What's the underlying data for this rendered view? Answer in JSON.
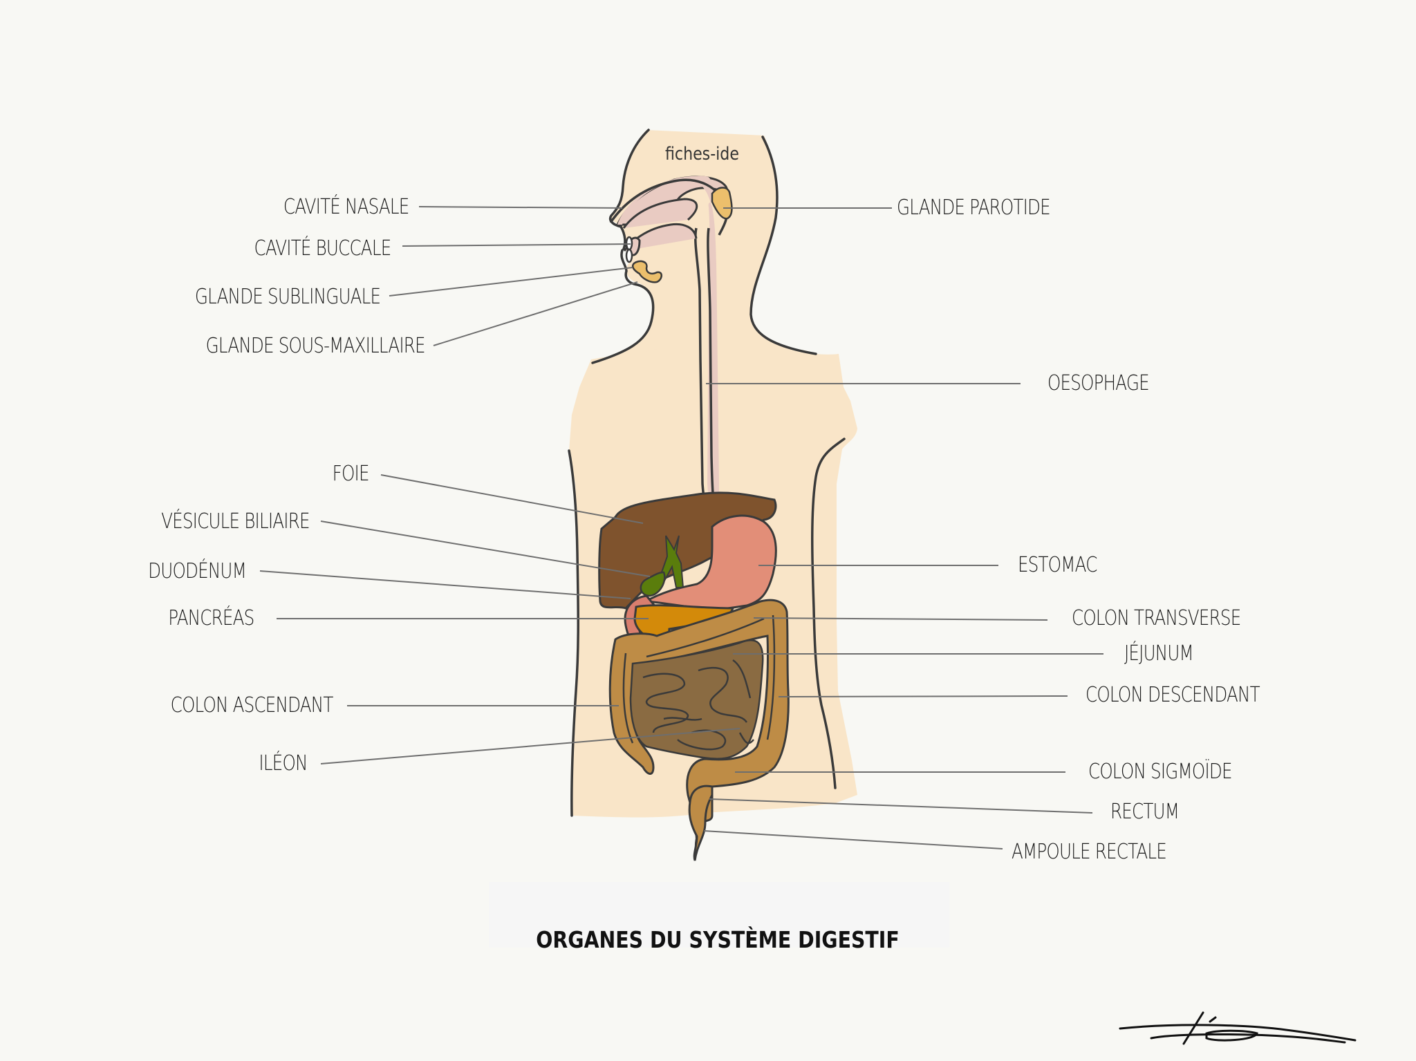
{
  "diagram": {
    "title": "ORGANES DU SYSTÈME DIGESTIF",
    "watermark": "fiches-ide",
    "colors": {
      "background": "#f8f8f4",
      "skin": "#f9e5c8",
      "outline": "#3a3a3a",
      "pharynx_esophagus": "#e9cbc2",
      "salivary_glands": "#ecbf6c",
      "liver": "#7f532d",
      "gallbladder": "#5a7d0c",
      "stomach": "#e28e78",
      "duodenum": "#d97e6e",
      "pancreas": "#d38a0a",
      "colon": "#be8c46",
      "small_intestine": "#8a6b42",
      "leader_line": "#6e6e6e"
    },
    "labels_left": [
      {
        "id": "cavite-nasale",
        "text": "CAVITÉ NASALE"
      },
      {
        "id": "cavite-buccale",
        "text": "CAVITÉ BUCCALE"
      },
      {
        "id": "glande-sublinguale",
        "text": "GLANDE SUBLINGUALE"
      },
      {
        "id": "glande-sous-maxillaire",
        "text": "GLANDE SOUS-MAXILLAIRE"
      },
      {
        "id": "foie",
        "text": "FOIE"
      },
      {
        "id": "vesicule-biliaire",
        "text": "VÉSICULE BILIAIRE"
      },
      {
        "id": "duodenum",
        "text": "DUODÉNUM"
      },
      {
        "id": "pancreas",
        "text": "PANCRÉAS"
      },
      {
        "id": "colon-ascendant",
        "text": "COLON ASCENDANT"
      },
      {
        "id": "ileon",
        "text": "ILÉON"
      }
    ],
    "labels_right": [
      {
        "id": "glande-parotide",
        "text": "GLANDE PAROTIDE"
      },
      {
        "id": "oesophage",
        "text": "OESOPHAGE"
      },
      {
        "id": "estomac",
        "text": "ESTOMAC"
      },
      {
        "id": "colon-transverse",
        "text": "COLON TRANSVERSE"
      },
      {
        "id": "jejunum",
        "text": "JÉJUNUM"
      },
      {
        "id": "colon-descendant",
        "text": "COLON DESCENDANT"
      },
      {
        "id": "colon-sigmoide",
        "text": "COLON SIGMOÏDE"
      },
      {
        "id": "rectum",
        "text": "RECTUM"
      },
      {
        "id": "ampoule-rectale",
        "text": "AMPOULE RECTALE"
      }
    ]
  }
}
